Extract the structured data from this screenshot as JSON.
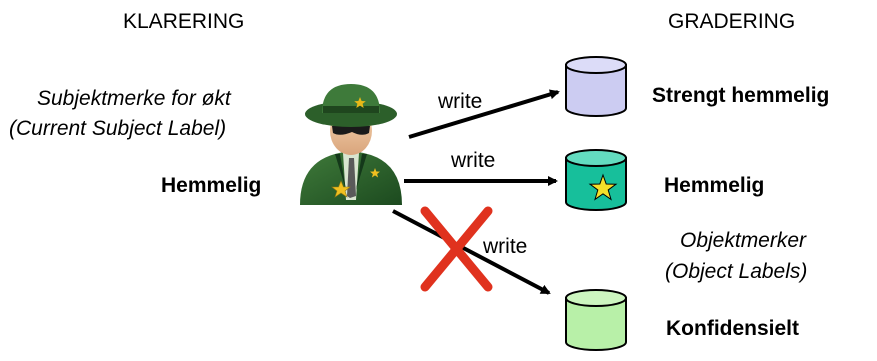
{
  "headers": {
    "left": "KLARERING",
    "right": "GRADERING"
  },
  "subject": {
    "label_line1": "Subjektmerke for økt",
    "label_line2": "(Current Subject Label)",
    "clearance": "Hemmelig",
    "icon": "agent-icon"
  },
  "objects": [
    {
      "name": "Strengt hemmelig",
      "color": "#ccccf2",
      "icon": "database-icon"
    },
    {
      "name": "Hemmelig",
      "color": "#17bf9b",
      "icon": "database-star-icon"
    },
    {
      "name": "Konfidensielt",
      "color": "#b8f0a8",
      "icon": "database-icon"
    }
  ],
  "object_labels": {
    "line1": "Objektmerker",
    "line2": "(Object Labels)"
  },
  "arrows": [
    {
      "label": "write",
      "allowed": true
    },
    {
      "label": "write",
      "allowed": true
    },
    {
      "label": "write",
      "allowed": false
    }
  ],
  "colors": {
    "deny": "#e0321e",
    "arrow": "#000000"
  }
}
